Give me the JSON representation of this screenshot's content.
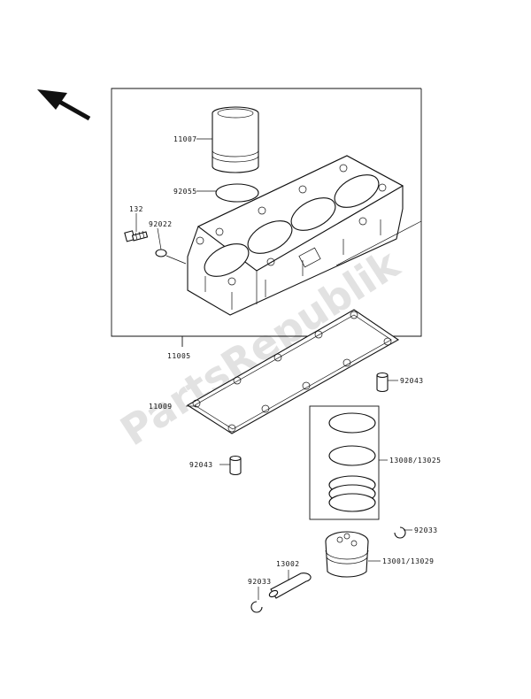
{
  "watermark": "PartsRepublik",
  "icons": {
    "direction": "arrow-up-left-icon"
  },
  "labels": {
    "cylinder_liner": "11007",
    "o_ring": "92055",
    "bolt": "132",
    "washer": "92022",
    "cylinder_block": "11005",
    "gasket": "11009",
    "dowel_pin_right": "92043",
    "dowel_pin_left": "92043",
    "piston_rings": "13008/13025",
    "circlip_right": "92033",
    "piston_pin": "13002",
    "piston": "13001/13029",
    "circlip_left": "92033"
  }
}
